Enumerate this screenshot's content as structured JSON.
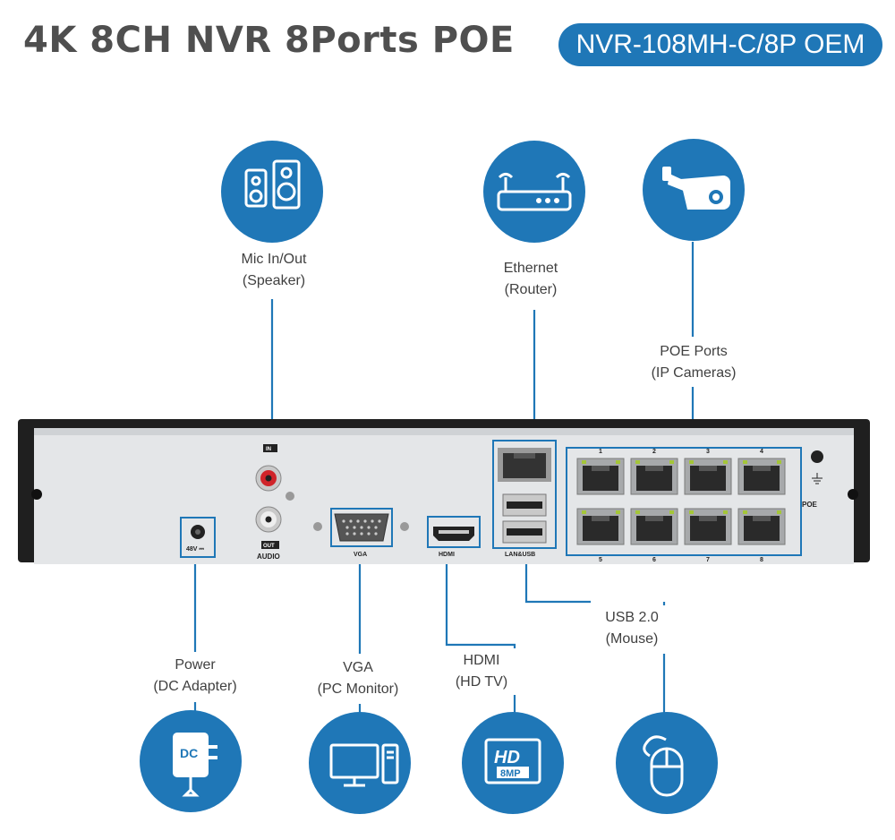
{
  "title": "4K 8CH NVR 8Ports POE",
  "model_badge": "NVR-108MH-C/8P OEM",
  "colors": {
    "accent": "#1f77b7",
    "panel": "#e6e8ea",
    "chassis": "#222222",
    "title": "#4f4f4f"
  },
  "top_connections": [
    {
      "id": "mic",
      "icon": "speaker-icon",
      "label_line1": "Mic In/Out",
      "label_line2": "(Speaker)"
    },
    {
      "id": "ethernet",
      "icon": "router-icon",
      "label_line1": "Ethernet",
      "label_line2": "(Router)"
    },
    {
      "id": "poe",
      "icon": "ip-camera-icon",
      "label_line1": "POE Ports",
      "label_line2": "(IP Cameras)"
    }
  ],
  "bottom_connections": [
    {
      "id": "power",
      "icon": "dc-adapter-icon",
      "icon_text": "DC",
      "label_line1": "Power",
      "label_line2": "(DC Adapter)"
    },
    {
      "id": "vga",
      "icon": "pc-monitor-icon",
      "label_line1": "VGA",
      "label_line2": "(PC Monitor)"
    },
    {
      "id": "hdmi",
      "icon": "hd-tv-icon",
      "icon_text1": "HD",
      "icon_text2": "8MP",
      "label_line1": "HDMI",
      "label_line2": "(HD TV)"
    },
    {
      "id": "usb",
      "icon": "mouse-icon",
      "label_line1": "USB 2.0",
      "label_line2": "(Mouse)"
    }
  ],
  "panel_labels": {
    "audio_in": "IN",
    "audio_out": "OUT",
    "audio": "AUDIO",
    "power": "48V ⎓",
    "vga": "VGA",
    "hdmi": "HDMI",
    "lan_usb": "LAN&USB",
    "poe": "POE",
    "poe_port_numbers": [
      "1",
      "2",
      "3",
      "4",
      "5",
      "6",
      "7",
      "8"
    ]
  }
}
